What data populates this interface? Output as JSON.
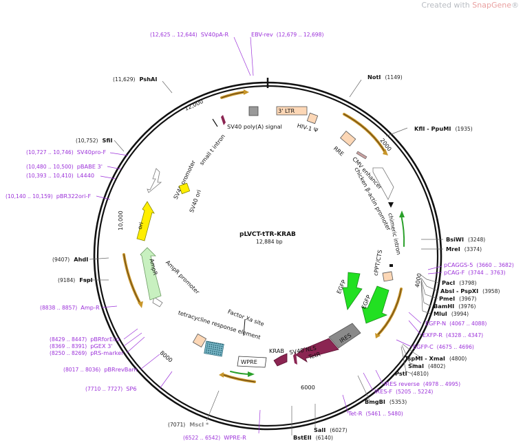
{
  "watermark": {
    "prefix": "Created with ",
    "brand": "SnapGene",
    "reg": "®"
  },
  "plasmid": {
    "name": "pLVCT-tTR-KRAB",
    "size_label": "12,884 bp"
  },
  "ticks": [
    {
      "label": "2000"
    },
    {
      "label": "4000"
    },
    {
      "label": "6000"
    },
    {
      "label": "8000"
    },
    {
      "label": "10,000"
    },
    {
      "label": "12,000"
    }
  ],
  "enzymes": [
    {
      "name": "NotI",
      "pos": "(1149)"
    },
    {
      "name": "KflI - PpuMI",
      "pos": "(1935)"
    },
    {
      "name": "BsiWI",
      "pos": "(3248)"
    },
    {
      "name": "MreI",
      "pos": "(3374)"
    },
    {
      "name": "PacI",
      "pos": "(3798)"
    },
    {
      "name": "AbsI - PspXI",
      "pos": "(3958)"
    },
    {
      "name": "PmeI",
      "pos": "(3967)"
    },
    {
      "name": "BamHI",
      "pos": "(3976)"
    },
    {
      "name": "MluI",
      "pos": "(3994)"
    },
    {
      "name": "TspMI - XmaI",
      "pos": "(4800)"
    },
    {
      "name": "SmaI",
      "pos": "(4802)"
    },
    {
      "name": "PstI",
      "pos": "(4810)"
    },
    {
      "name": "BmgBI",
      "pos": "(5353)"
    },
    {
      "name": "SalI",
      "pos": "(6027)"
    },
    {
      "name": "BstEII",
      "pos": "(6140)"
    },
    {
      "name": "MscI *",
      "pos": "(7071)"
    },
    {
      "name": "FspI",
      "pos": "(9184)"
    },
    {
      "name": "AhdI",
      "pos": "(9407)"
    },
    {
      "name": "SfiI",
      "pos": "(10,752)"
    },
    {
      "name": "PshAI",
      "pos": "(11,629)"
    }
  ],
  "primers": [
    {
      "name": "SV40pA-R",
      "range": "(12,625 .. 12,644)"
    },
    {
      "name": "EBV-rev",
      "range": "(12,679 .. 12,698)"
    },
    {
      "name": "SV40pro-F",
      "range": "(10,727 .. 10,746)"
    },
    {
      "name": "pBABE 3'",
      "range": "(10,480 .. 10,500)"
    },
    {
      "name": "L4440",
      "range": "(10,393 .. 10,410)"
    },
    {
      "name": "pBR322ori-F",
      "range": "(10,140 .. 10,159)"
    },
    {
      "name": "Amp-R",
      "range": "(8838 .. 8857)"
    },
    {
      "name": "pBRforEco",
      "range": "(8429 .. 8447)"
    },
    {
      "name": "pGEX 3'",
      "range": "(8369 .. 8391)"
    },
    {
      "name": "pRS-marker",
      "range": "(8250 .. 8269)"
    },
    {
      "name": "pBRrevBam",
      "range": "(8017 .. 8036)"
    },
    {
      "name": "SP6",
      "range": "(7710 .. 7727)"
    },
    {
      "name": "WPRE-R",
      "range": "(6522 .. 6542)"
    },
    {
      "name": "pCAGGS-5",
      "range": "(3660 .. 3682)"
    },
    {
      "name": "pCAG-F",
      "range": "(3744 .. 3763)"
    },
    {
      "name": "EGFP-N",
      "range": "(4067 .. 4088)"
    },
    {
      "name": "EXFP-R",
      "range": "(4328 .. 4347)"
    },
    {
      "name": "EGFP-C",
      "range": "(4675 .. 4696)"
    },
    {
      "name": "IRES reverse",
      "range": "(4978 .. 4995)"
    },
    {
      "name": "IRES-F",
      "range": "(5205 .. 5224)"
    },
    {
      "name": "Tet-R",
      "range": "(5461 .. 5480)"
    }
  ],
  "features": {
    "ltr": "3' LTR",
    "hiv": "HIV-1 Ψ",
    "rre": "RRE",
    "cmv": "CMV enhancer",
    "cba": "chicken β-actin promoter",
    "intron": "chimeric intron",
    "cppt": "cPPT/CTS",
    "egfp1": "EGFP",
    "egfp2": "EGFP",
    "ires": "IRES",
    "tetr": "TetR",
    "sv40nls": "SV40 NLS",
    "krab": "KRAB",
    "wpre": "WPRE",
    "tre": "tetracycline response element",
    "factorxa": "Factor Xa site",
    "amppro": "AmpR promoter",
    "ampr": "AmpR",
    "ori": "ori",
    "sv40pro": "SV40 promoter",
    "sv40ori": "SV40 ori",
    "smallt": "small t intron",
    "sv40pa": "SV40 poly(A) signal"
  },
  "colors": {
    "backbone": "#111111",
    "primer": "#9b30d9",
    "orf_arrow": "#c8962a",
    "egfp": "#22e022",
    "tetr": "#8b2552",
    "ires": "#8a8a8a",
    "ampr": "#c8f0c0",
    "ori": "#ffee00",
    "ltr": "#fcd7b6"
  }
}
